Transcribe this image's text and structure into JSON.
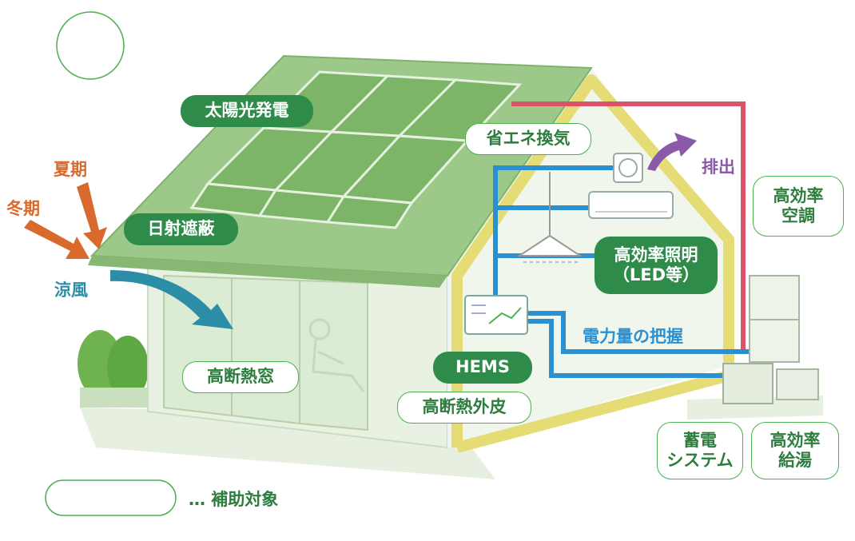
{
  "labels": {
    "solar": "太陽光発電",
    "shading": "日射遮蔽",
    "ventilation": "省エネ換気",
    "exhaust": "排出",
    "aircon_line1": "高効率",
    "aircon_line2": "空調",
    "lighting_line1": "高効率照明",
    "lighting_line2": "（LED等）",
    "power_monitor": "電力量の把握",
    "hems": "HEMS",
    "envelope": "高断熱外皮",
    "window": "高断熱窓",
    "summer": "夏期",
    "winter": "冬期",
    "breeze": "涼風",
    "storage_line1": "蓄電",
    "storage_line2": "システム",
    "water_line1": "高効率",
    "water_line2": "給湯",
    "legend_text": "… 補助対象"
  },
  "colors": {
    "green_dark": "#2e8b4a",
    "green_outline": "#4caf50",
    "roof": "#9cc98a",
    "wall": "#e9f2e2",
    "insulation": "#e5dc75",
    "line_red": "#d9546a",
    "line_blue": "#2b8fd0",
    "arrow_orange": "#d9692c",
    "arrow_teal": "#2c8ea6",
    "arrow_purple": "#8a5aa8"
  }
}
